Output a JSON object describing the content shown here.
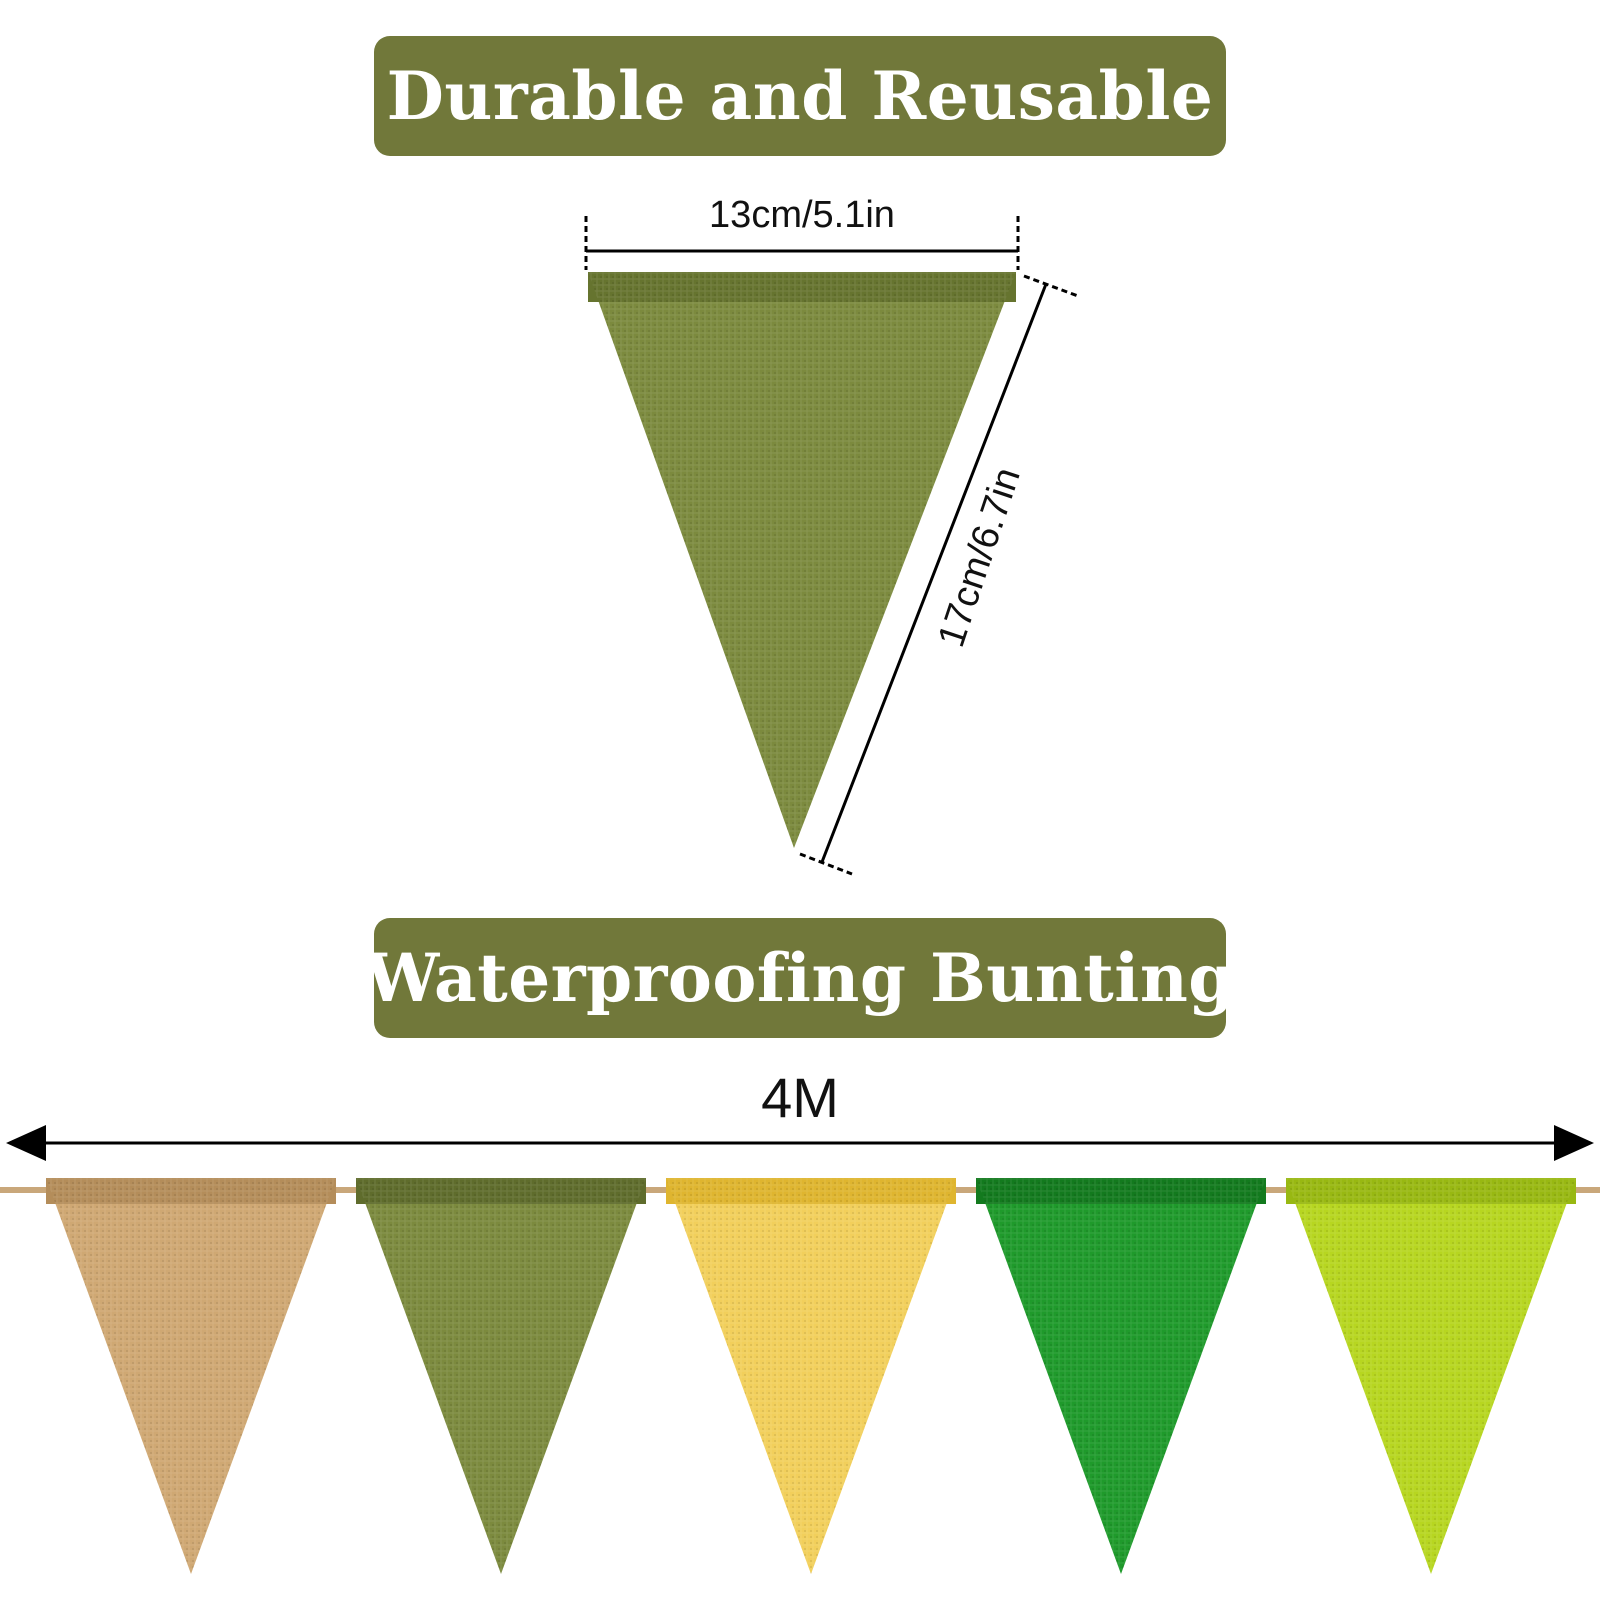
{
  "colors": {
    "banner_bg": "#71783a",
    "banner_text": "#ffffff",
    "dimension_line": "#000000",
    "twine": "#c9a77a"
  },
  "banners": {
    "top_heading": "Durable and Reusable",
    "middle_heading": "Waterproofing Bunting"
  },
  "dimensions": {
    "flag_width": "13cm/5.1in",
    "flag_height": "17cm/6.7in",
    "bunting_length": "4M"
  },
  "flags": [
    {
      "name": "jute",
      "color": "#cfa873",
      "shade": "#b48d5a"
    },
    {
      "name": "olive",
      "color": "#7c8a3e",
      "shade": "#5f6c2c"
    },
    {
      "name": "yellow",
      "color": "#f2cf5b",
      "shade": "#dfb52f"
    },
    {
      "name": "green",
      "color": "#1f9a2b",
      "shade": "#137a1e"
    },
    {
      "name": "lime",
      "color": "#b7d620",
      "shade": "#98b812"
    }
  ],
  "sample_flag": {
    "color": "#7c8a3e",
    "shade": "#66742f"
  }
}
